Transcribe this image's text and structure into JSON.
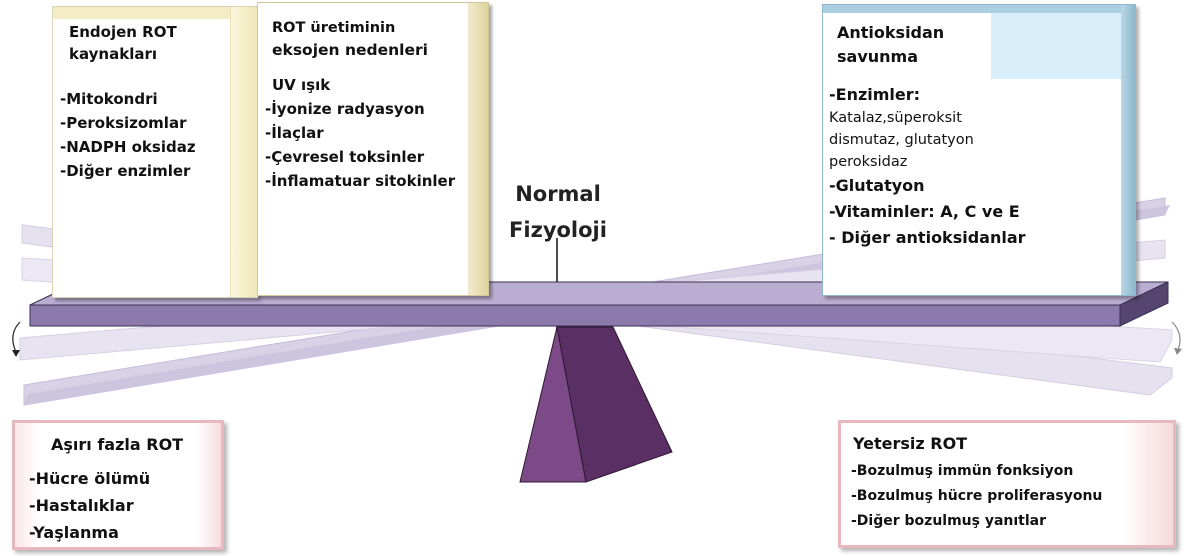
{
  "fulcrum": {
    "line1": "Normal",
    "line2": "Fizyoloji"
  },
  "endogenous": {
    "title": [
      "Endojen ROT",
      "kaynakları"
    ],
    "items": [
      "-Mitokondri",
      "-Peroksizomlar",
      "-NADPH oksidaz",
      "-Diğer enzimler"
    ]
  },
  "exogenous": {
    "title": [
      "ROT üretiminin",
      "eksojen  nedenleri"
    ],
    "items": [
      "UV ışık",
      "-İyonize radyasyon",
      "-İlaçlar",
      "-Çevresel toksinler",
      "-İnflamatuar sitokinler"
    ]
  },
  "antioxidant": {
    "title": [
      "Antioksidan",
      "savunma"
    ],
    "enzymes_label": "-Enzimler:",
    "enzymes": [
      "Katalaz,süperoksit",
      "dismutaz, glutatyon",
      "peroksidaz"
    ],
    "items": [
      "-Glutatyon",
      "-Vitaminler: A, C ve E",
      "- Diğer antioksidanlar"
    ]
  },
  "excess": {
    "title": "Aşırı fazla ROT",
    "items": [
      "-Hücre ölümü",
      "-Hastalıklar",
      "-Yaşlanma"
    ]
  },
  "insufficient": {
    "title": "Yetersiz ROT",
    "items": [
      "-Bozulmuş immün fonksiyon",
      "-Bozulmuş hücre proliferasyonu",
      "-Diğer bozulmuş yanıtlar"
    ]
  },
  "colors": {
    "beam": "#8b7aab",
    "beam_dark": "#56466f",
    "ghost": "#d8d2e6",
    "fulcrum_front": "#7c4a86",
    "fulcrum_side": "#4f2a58"
  }
}
